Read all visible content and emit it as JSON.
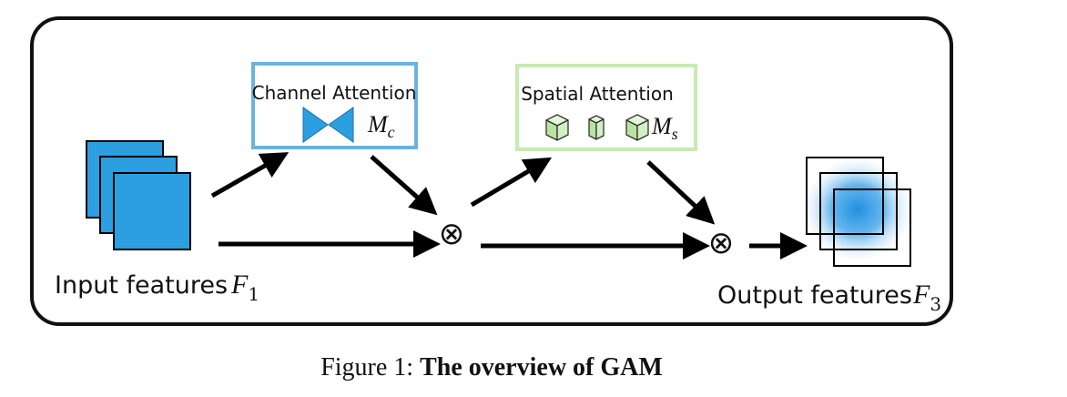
{
  "diagram": {
    "input_label": "Input features",
    "input_symbol": "F",
    "input_subscript": "1",
    "channel_attention_title": "Channel Attention",
    "channel_symbol": "M",
    "channel_subscript": "c",
    "spatial_attention_title": "Spatial Attention",
    "spatial_symbol": "M",
    "spatial_subscript": "s",
    "output_label": "Output features",
    "output_symbol": "F",
    "output_subscript": "3",
    "multiply_symbol": "⊗"
  },
  "caption": {
    "prefix": "Figure 1: ",
    "title": "The overview of GAM"
  },
  "colors": {
    "feature_blue": "#2b9fe0",
    "channel_box": "#6bb3dd",
    "spatial_box": "#c5ebb1",
    "cube_green": "#b9e3a1",
    "frame": "#111111"
  }
}
